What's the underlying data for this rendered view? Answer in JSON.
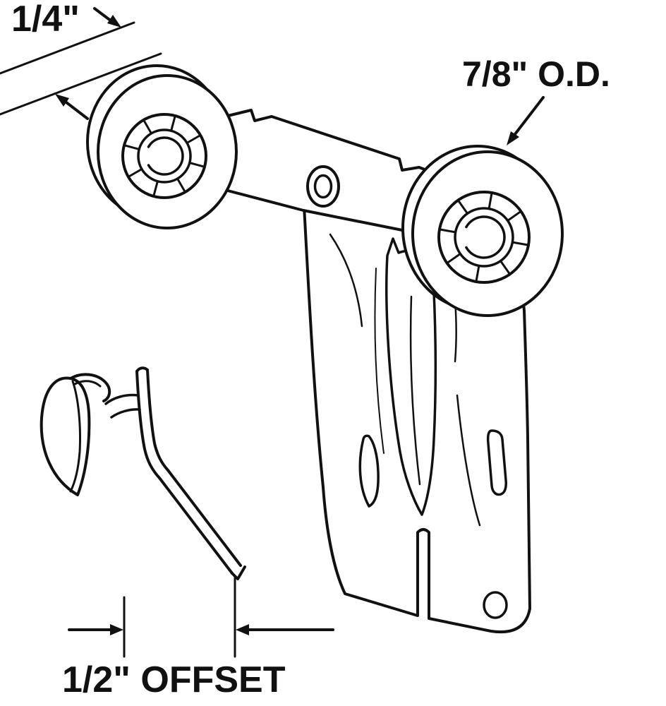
{
  "diagram": {
    "background": "#ffffff",
    "ink_color": "#111111",
    "labels": {
      "wheel_thickness": "1/4\"",
      "outer_diameter": "7/8\" O.D.",
      "offset": "1/2\" OFFSET"
    }
  }
}
